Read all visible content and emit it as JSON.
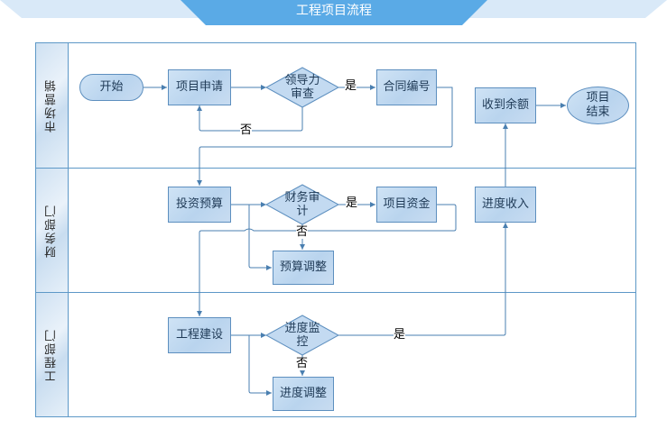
{
  "title": "工程项目流程",
  "lanes": [
    {
      "label": "市场营销"
    },
    {
      "label": "财务部门"
    },
    {
      "label": "工程部门"
    }
  ],
  "nodes": {
    "start": "开始",
    "apply": "项目申请",
    "leader_review": "领导力\n审查",
    "contract_no": "合同编号",
    "receive_balance": "收到余额",
    "project_end": "项目\n结束",
    "invest_budget": "投资预算",
    "finance_audit": "财务审\n计",
    "project_fund": "项目资金",
    "progress_income": "进度收入",
    "budget_adjust": "预算调整",
    "eng_build": "工程建设",
    "progress_monitor": "进度监\n控",
    "progress_adjust": "进度调整"
  },
  "edge_labels": {
    "leader_yes": "是",
    "leader_no": "否",
    "audit_yes": "是",
    "audit_no": "否",
    "monitor_yes": "是",
    "monitor_no": "否"
  },
  "colors": {
    "banner": "#5aaae6",
    "banner_light": "#d6e8f8",
    "line": "#4a7fb0",
    "node_fill": "#c3daf1",
    "node_border": "#5d8fbf"
  }
}
